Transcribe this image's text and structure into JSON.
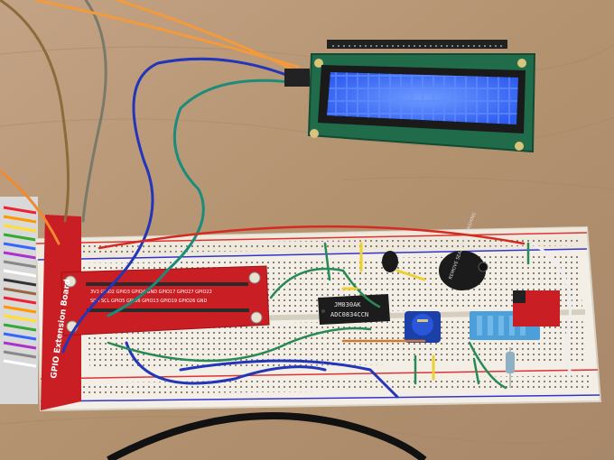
{
  "photo": {
    "subject": "Raspberry Pi breadboard circuit with 16x2 LCD, ADC chip, potentiometer, buzzer and temperature sensor"
  },
  "colors": {
    "table": "#b9997b",
    "lcd_backlight": "#4a7bff",
    "lcd_pcb": "#1f6b4a",
    "breakout_pcb": "#c81e24",
    "breadboard": "#f3efe6"
  },
  "adc_chip": {
    "line1": "JM030AK",
    "line2": "ADC0834CCN"
  },
  "breakout_board": {
    "label": "GPIO Extension Board"
  },
  "buzzer": {
    "label": "REMOVE SEAL AFTER WASHING"
  }
}
